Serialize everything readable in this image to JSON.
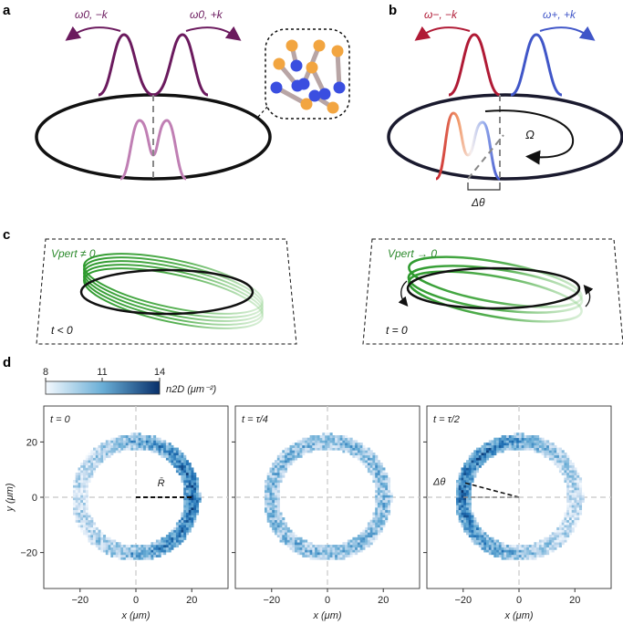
{
  "panels": {
    "a": {
      "label": "a",
      "left_arrow_label": "ω0, −k",
      "right_arrow_label": "ω0, +k"
    },
    "b": {
      "label": "b",
      "left_arrow_label": "ω−, −k",
      "right_arrow_label": "ω+, +k",
      "rotation_label": "Ω",
      "angle_label": "Δθ"
    },
    "c": {
      "label": "c",
      "left_box": {
        "potential_label": "Vpert ≠ 0",
        "time_label": "t < 0"
      },
      "right_box": {
        "potential_label": "Vpert → 0",
        "time_label": "t = 0"
      }
    },
    "d": {
      "label": "d",
      "colorbar": {
        "ticks": [
          "8",
          "11",
          "14"
        ],
        "label": "n2D (μm⁻²)",
        "range": [
          8,
          14
        ],
        "colors": [
          "#f4f9fe",
          "#08306b"
        ]
      },
      "subplots": [
        {
          "time_label": "t = 0",
          "annotation": "R̄",
          "density_peak_angle_deg": 0
        },
        {
          "time_label": "t = τ/4",
          "annotation": "",
          "density_peak_angle_deg": null
        },
        {
          "time_label": "t = τ/2",
          "annotation": "Δθ",
          "density_peak_angle_deg": 165
        }
      ],
      "x_axis_label": "x (μm)",
      "y_axis_label": "y (μm)",
      "x_ticks": [
        "−20",
        "0",
        "20"
      ],
      "y_ticks": [
        "20",
        "0",
        "−20"
      ],
      "xlim": [
        -33,
        33
      ],
      "ylim": [
        -33,
        33
      ],
      "ring_radius_um": 20.5
    }
  },
  "colors": {
    "purple_wave": "#6b1a5e",
    "purple_light": "#c07fb4",
    "red_wave": "#b01a35",
    "blue_wave": "#4056c8",
    "green_ring": "#3aa335",
    "atom_orange": "#f2a540",
    "atom_blue": "#3a4ee0"
  }
}
